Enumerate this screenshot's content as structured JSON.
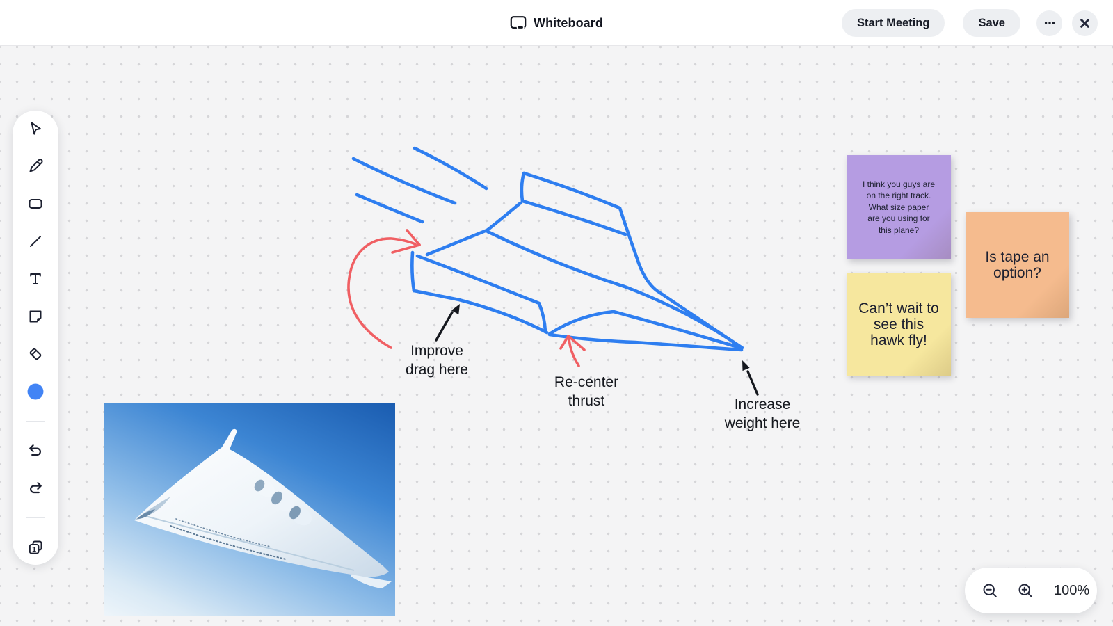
{
  "header": {
    "title": "Whiteboard",
    "buttons": {
      "start_meeting": "Start Meeting",
      "save": "Save"
    },
    "icons": [
      "whiteboard-icon",
      "ellipsis-icon",
      "close-icon"
    ]
  },
  "toolbar": {
    "tools": [
      "select",
      "pen",
      "rectangle",
      "line",
      "text",
      "sticky-note",
      "eraser",
      "color-swatch",
      "undo",
      "redo",
      "pages"
    ],
    "page_number": "1"
  },
  "canvas": {
    "annotations": {
      "improve": "Improve\ndrag here",
      "recenter": "Re-center\nthrust",
      "increase": "Increase\nweight here"
    },
    "sticky_notes": [
      {
        "id": "purple",
        "text": "I think you guys are\non the right track.\nWhat size paper\nare you using for\nthis plane?"
      },
      {
        "id": "yellow",
        "text": "Can’t wait to\nsee this\nhawk fly!"
      },
      {
        "id": "orange",
        "text": "Is tape an\noption?"
      }
    ],
    "sketch": "hand-drawn paper airplane with speed lines, red correction arrows"
  },
  "zoom_controls": {
    "level": "100%"
  },
  "colors": {
    "sketch_blue": "#2e7ef0",
    "marker_red": "#f05f63",
    "ink_black": "#15181e",
    "note_purple": "#b59ce2",
    "note_yellow": "#f6e79e",
    "note_orange": "#f5bb8e",
    "tool_accent_blue": "#4284f5",
    "button_gray": "#edeff2"
  }
}
